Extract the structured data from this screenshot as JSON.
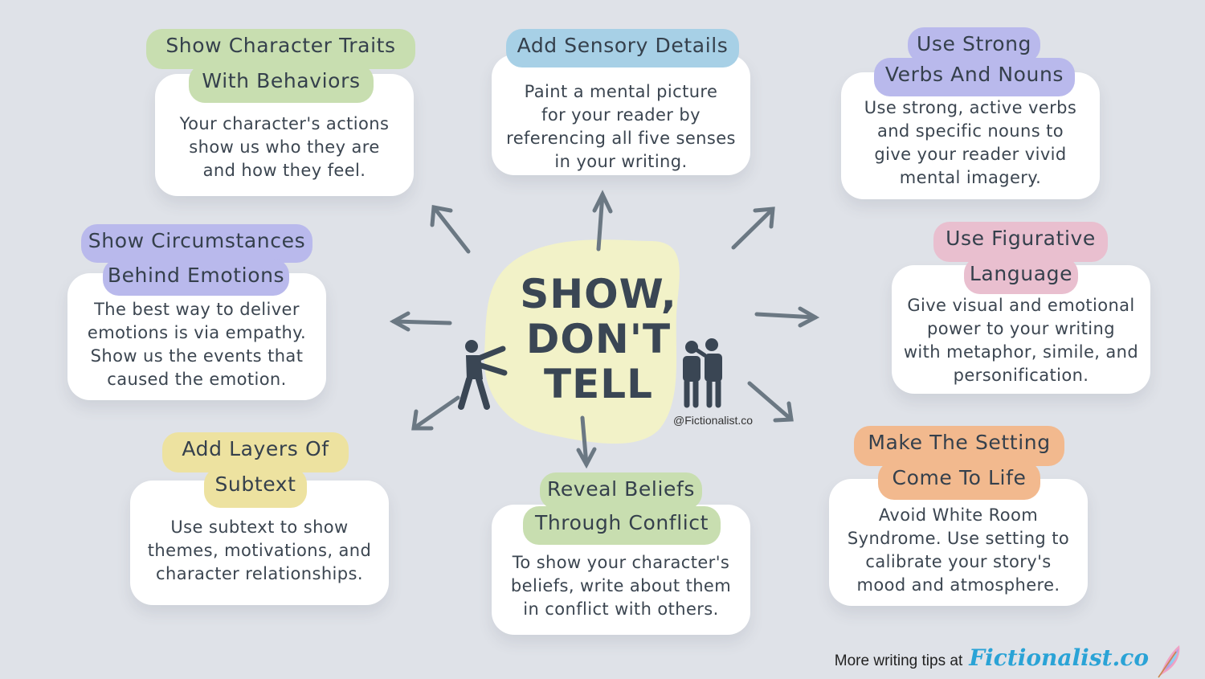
{
  "center": {
    "title_line1": "SHOW,",
    "title_line2": "DON'T",
    "title_line3": "TELL",
    "handle": "@Fictionalist.co"
  },
  "cards": {
    "character_traits": {
      "title1": "Show Character Traits",
      "title2": "With Behaviors",
      "body1": "Your character's actions",
      "body2": "show us who they are",
      "body3": "and how they feel."
    },
    "sensory": {
      "title1": "Add Sensory Details",
      "body1": "Paint a mental picture",
      "body2": "for your reader by",
      "body3": "referencing all five senses",
      "body4": "in your writing."
    },
    "strong_verbs": {
      "title1": "Use Strong",
      "title2": "Verbs And Nouns",
      "body1": "Use strong, active verbs",
      "body2": "and specific nouns to",
      "body3": "give your reader vivid",
      "body4": "mental imagery."
    },
    "circumstances": {
      "title1": "Show Circumstances",
      "title2": "Behind Emotions",
      "body1": "The best way to deliver",
      "body2": "emotions is via empathy.",
      "body3": "Show us the events that",
      "body4": "caused the emotion."
    },
    "figurative": {
      "title1": "Use Figurative",
      "title2": "Language",
      "body1": "Give visual and emotional",
      "body2": "power to your writing",
      "body3": "with metaphor, simile, and",
      "body4": "personification."
    },
    "subtext": {
      "title1": "Add Layers Of",
      "title2": "Subtext",
      "body1": "Use subtext to show",
      "body2": "themes, motivations, and",
      "body3": "character relationships."
    },
    "beliefs": {
      "title1": "Reveal Beliefs",
      "title2": "Through Conflict",
      "body1": "To show your character's",
      "body2": "beliefs, write about them",
      "body3": "in conflict with others."
    },
    "setting": {
      "title1": "Make The Setting",
      "title2": "Come To Life",
      "body1": "Avoid White Room",
      "body2": "Syndrome. Use setting to",
      "body3": "calibrate your story's",
      "body4": "mood and atmosphere."
    }
  },
  "footer": {
    "text": "More writing tips at",
    "brand": "Fictionalist.co"
  },
  "colors": {
    "background": "#dfe2e8",
    "green": "#c8deb0",
    "blue": "#a7d0e6",
    "purple": "#b9b9ec",
    "pink": "#e9bfcf",
    "yellow": "#ede2a0",
    "orange": "#f2b98e",
    "blob": "#f2f2c8",
    "arrow": "#6b7883",
    "brand": "#2aa3d6"
  }
}
